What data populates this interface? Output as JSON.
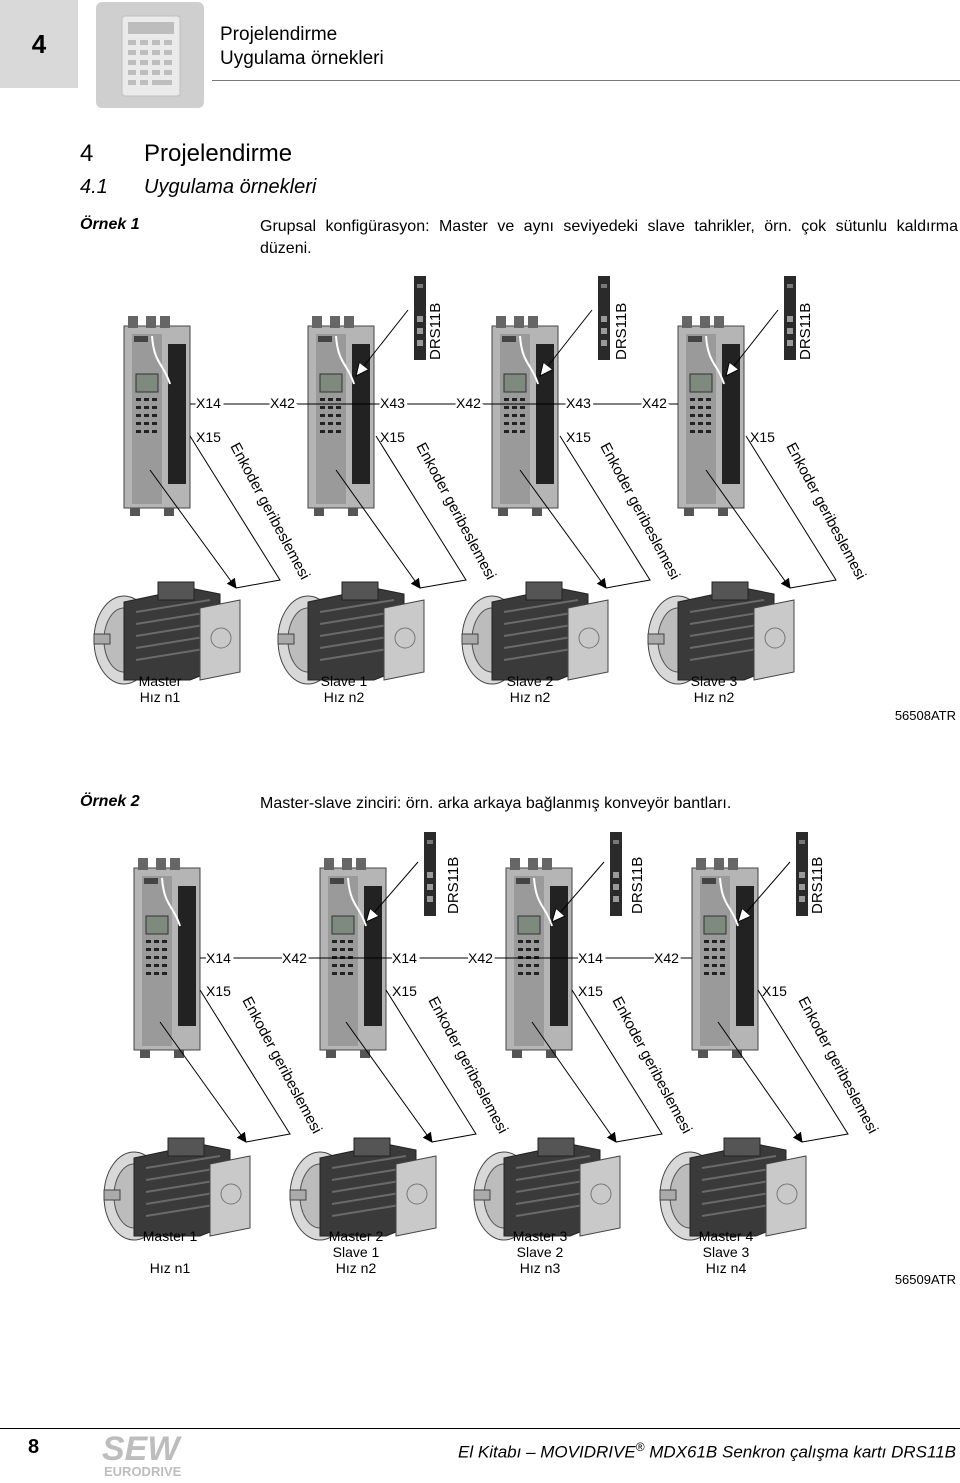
{
  "header": {
    "chapter_number": "4",
    "title": "Projelendirme",
    "subtitle": "Uygulama örnekleri"
  },
  "section": {
    "h1_number": "4",
    "h1_title": "Projelendirme",
    "h2_number": "4.1",
    "h2_title": "Uygulama örnekleri"
  },
  "example1": {
    "label": "Örnek 1",
    "description": "Grupsal konfigürasyon: Master ve aynı seviyedeki slave tahrikler, örn. çok sütunlu kaldırma düzeni.",
    "card_label": "DRS11B",
    "connectors": [
      "X14",
      "X42",
      "X43",
      "X42",
      "X43",
      "X42"
    ],
    "feedback_connector": "X15",
    "feedback_label": "Enkoder geribeslemesi",
    "motors": [
      {
        "line1": "Master",
        "line2": "Hız n1"
      },
      {
        "line1": "Slave 1",
        "line2": "Hız n2"
      },
      {
        "line1": "Slave 2",
        "line2": "Hız n2"
      },
      {
        "line1": "Slave 3",
        "line2": "Hız n2"
      }
    ],
    "figure_id": "56508ATR"
  },
  "example2": {
    "label": "Örnek 2",
    "description": "Master-slave zinciri: örn. arka arkaya bağlanmış konveyör bantları.",
    "card_label": "DRS11B",
    "connectors": [
      "X14",
      "X42",
      "X14",
      "X42",
      "X14",
      "X42"
    ],
    "feedback_connector": "X15",
    "feedback_label": "Enkoder geribeslemesi",
    "motors": [
      {
        "line1": "Master 1",
        "line2": "",
        "line3": "Hız n1"
      },
      {
        "line1": "Master 2",
        "line2": "Slave 1",
        "line3": "Hız n2"
      },
      {
        "line1": "Master 3",
        "line2": "Slave 2",
        "line3": "Hız n3"
      },
      {
        "line1": "Master 4",
        "line2": "Slave 3",
        "line3": "Hız n4"
      }
    ],
    "figure_id": "56509ATR"
  },
  "footer": {
    "page_number": "8",
    "text_pre": "El Kitabı – MOVIDRIVE",
    "reg_mark": "®",
    "text_post": " MDX61B Senkron çalışma kartı DRS11B",
    "logo_text": "SEW",
    "logo_subtext": "EURODRIVE"
  }
}
